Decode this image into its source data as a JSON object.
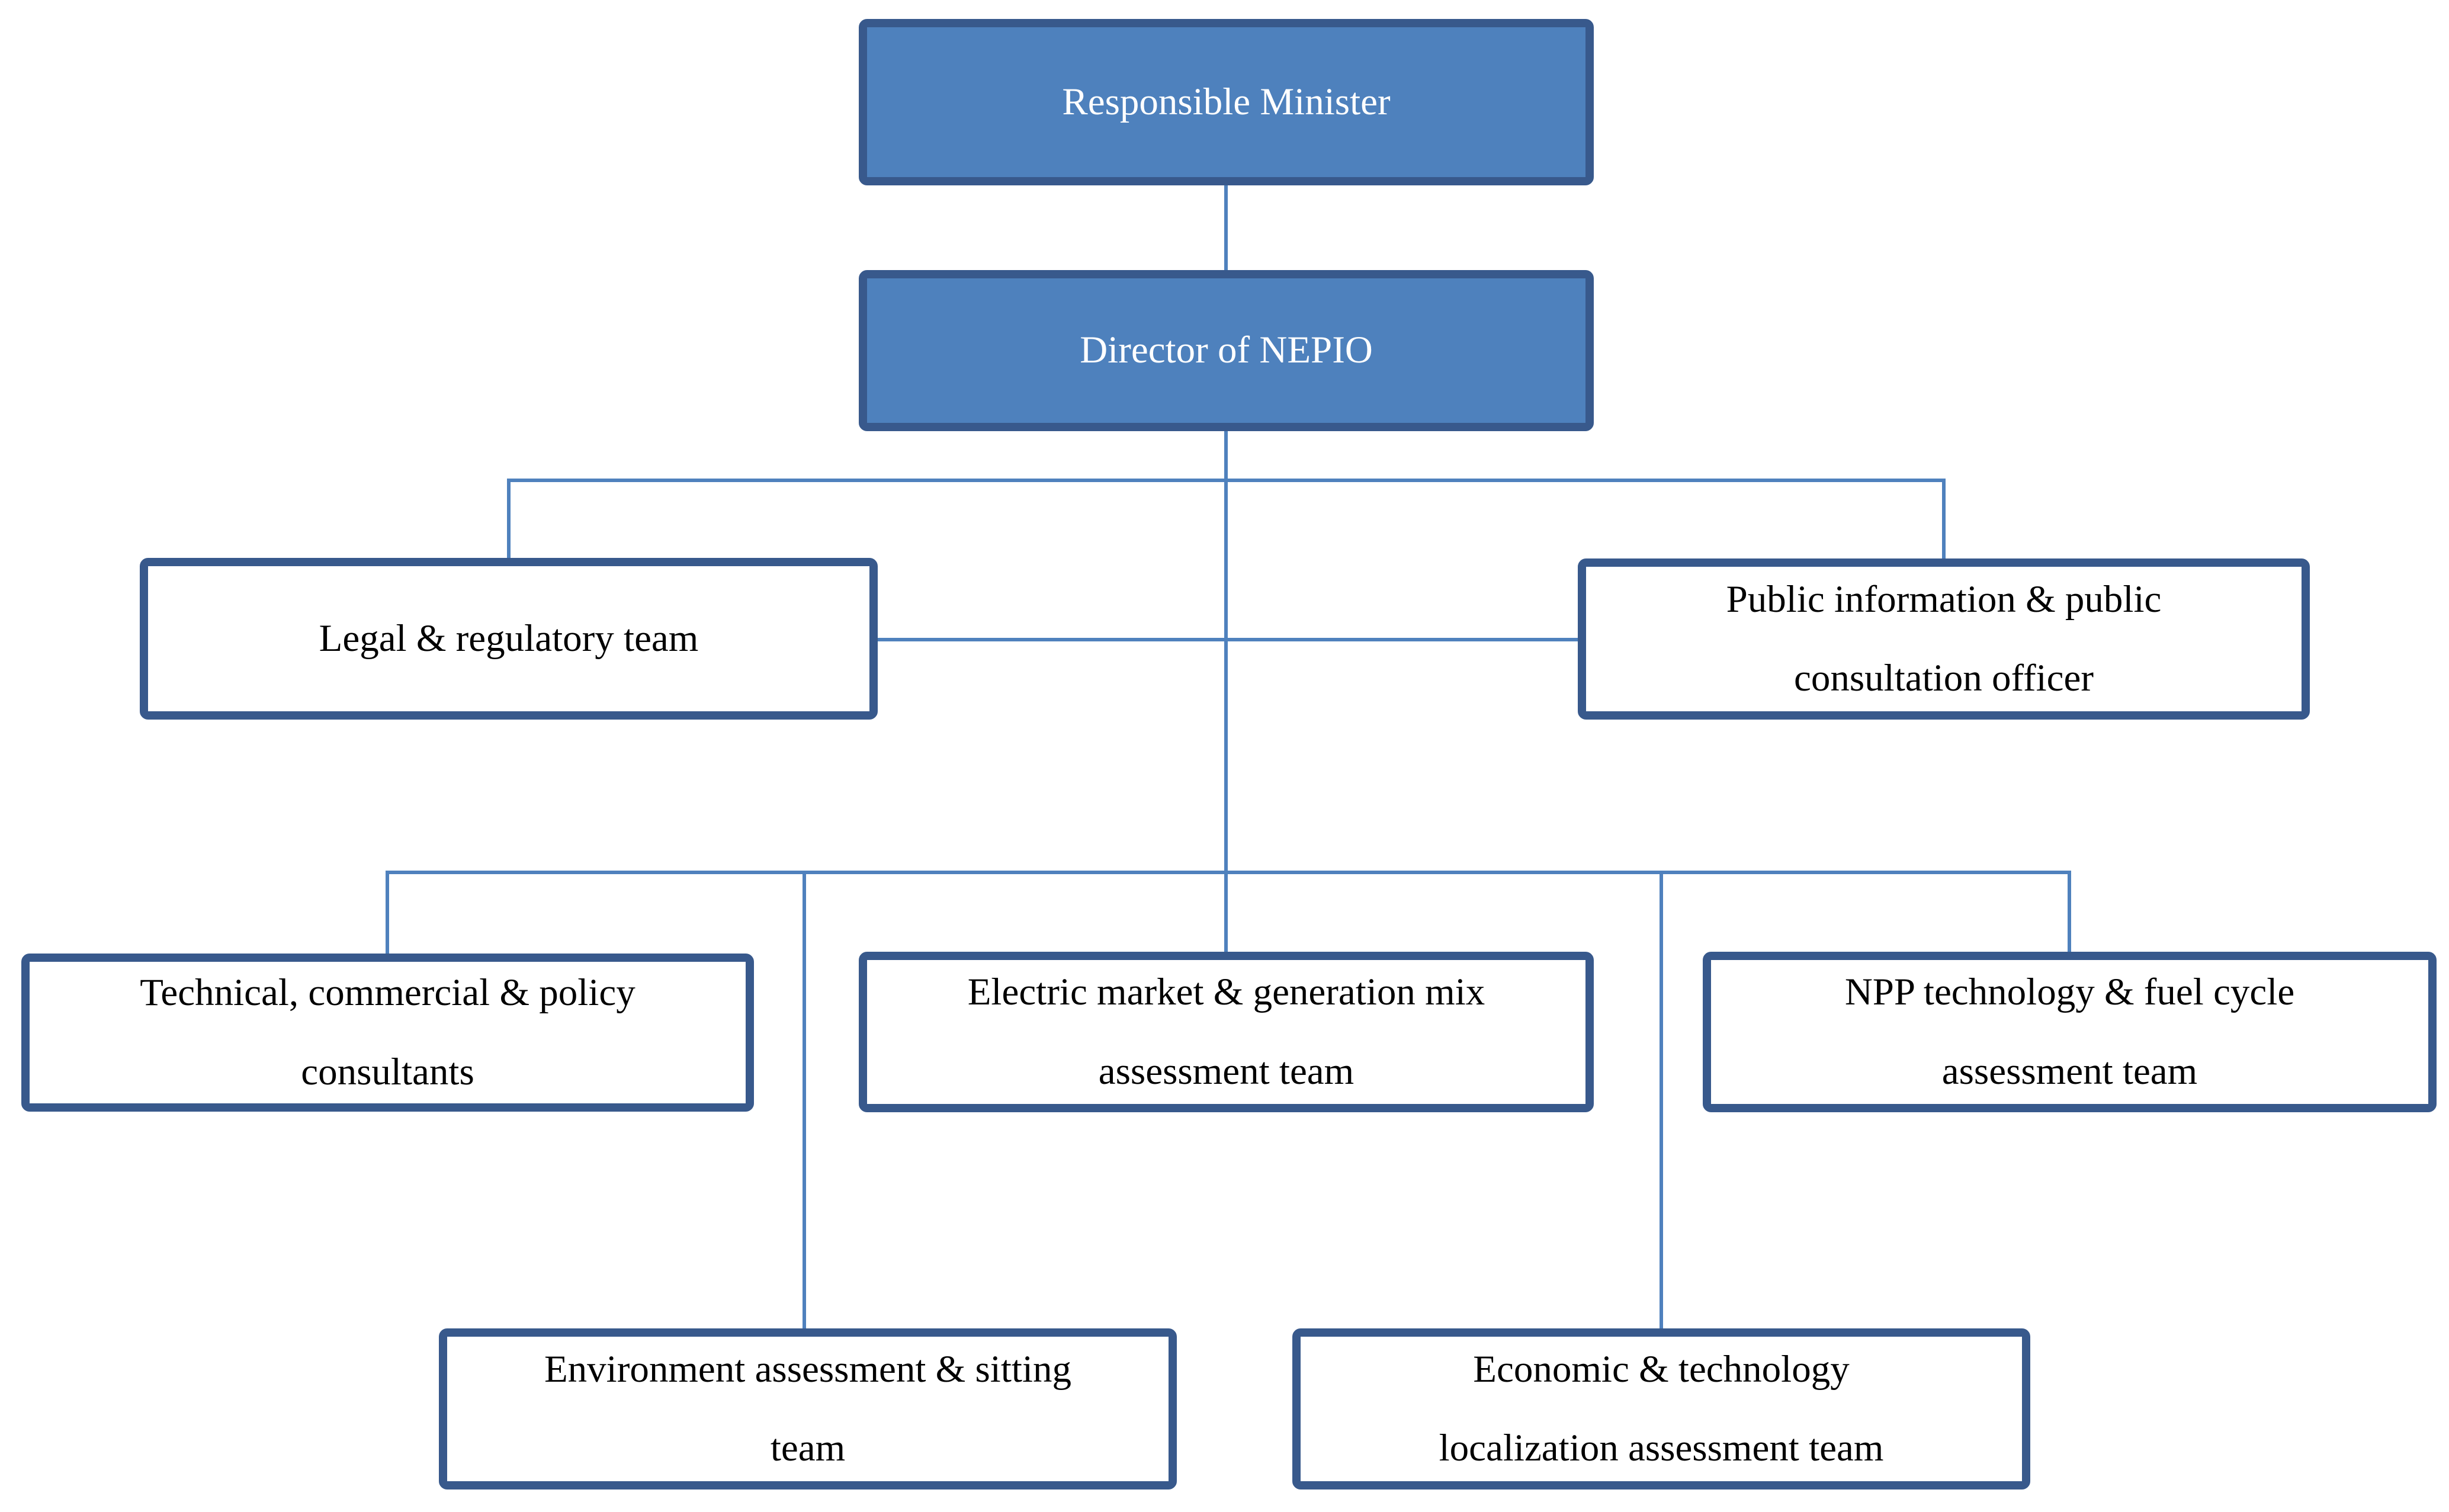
{
  "diagram": {
    "title": "NEPIO organizational chart",
    "colors": {
      "filled_box_fill": "#4e81bd",
      "box_border": "#38598c",
      "connector": "#4f81bd",
      "filled_box_text": "#ffffff",
      "outline_box_text": "#000000",
      "background": "#ffffff"
    },
    "nodes": {
      "responsible_minister": {
        "label": "Responsible Minister",
        "style": "filled"
      },
      "director_nepio": {
        "label": "Director of NEPIO",
        "style": "filled"
      },
      "legal_regulatory": {
        "label": "Legal & regulatory team",
        "style": "outline"
      },
      "public_information": {
        "label": [
          "Public information & public",
          "consultation officer"
        ],
        "style": "outline"
      },
      "technical_commercial": {
        "label": [
          "Technical, commercial & policy",
          "consultants"
        ],
        "style": "outline"
      },
      "electric_market": {
        "label": [
          "Electric market & generation mix",
          "assessment team"
        ],
        "style": "outline"
      },
      "npp_technology": {
        "label": [
          "NPP technology & fuel cycle",
          "assessment team"
        ],
        "style": "outline"
      },
      "environment_assessment": {
        "label": [
          "Environment assessment & sitting",
          "team"
        ],
        "style": "outline"
      },
      "economic_localization": {
        "label": [
          "Economic & technology",
          "localization assessment team"
        ],
        "style": "outline"
      }
    },
    "edges": [
      {
        "from": "responsible_minister",
        "to": "director_nepio"
      },
      {
        "from": "director_nepio",
        "to": "legal_regulatory"
      },
      {
        "from": "director_nepio",
        "to": "public_information"
      },
      {
        "from": "legal_regulatory",
        "to": "public_information"
      },
      {
        "from": "director_nepio",
        "to": "technical_commercial"
      },
      {
        "from": "director_nepio",
        "to": "electric_market"
      },
      {
        "from": "director_nepio",
        "to": "npp_technology"
      },
      {
        "from": "director_nepio",
        "to": "environment_assessment"
      },
      {
        "from": "director_nepio",
        "to": "economic_localization"
      }
    ]
  }
}
